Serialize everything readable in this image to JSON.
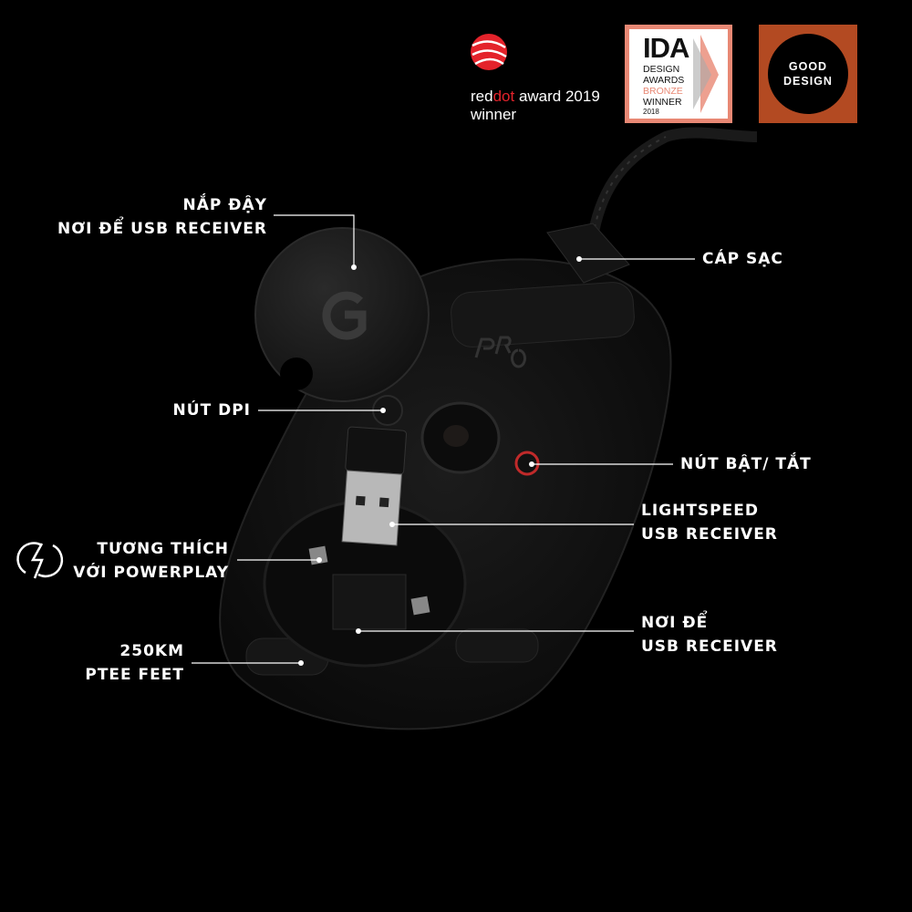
{
  "awards": {
    "reddot": {
      "brand_a": "red",
      "brand_b": "dot",
      "text": " award 2019",
      "line2": "winner"
    },
    "ida": {
      "title": "IDA",
      "lines": [
        "DESIGN",
        "AWARDS",
        "BRONZE",
        "WINNER",
        "2018"
      ]
    },
    "good_design": {
      "line1": "GOOD",
      "line2": "DESIGN"
    }
  },
  "labels": {
    "cover": [
      "NẮP ĐẬY",
      "NƠI ĐỂ USB RECEIVER"
    ],
    "cable": "CÁP SẠC",
    "dpi": "NÚT DPI",
    "power": "NÚT BẬT/ TẮT",
    "receiver": [
      "LIGHTSPEED",
      "USB RECEIVER"
    ],
    "powerplay": [
      "TƯƠNG THÍCH",
      "VỚI POWERPLAY"
    ],
    "storage": [
      "NƠI ĐỂ",
      "USB RECEIVER"
    ],
    "feet": [
      "250KM",
      "PTEE FEET"
    ]
  },
  "colors": {
    "accent_red": "#e4232b",
    "ida": "#e88874",
    "good_design": "#b34a22"
  }
}
